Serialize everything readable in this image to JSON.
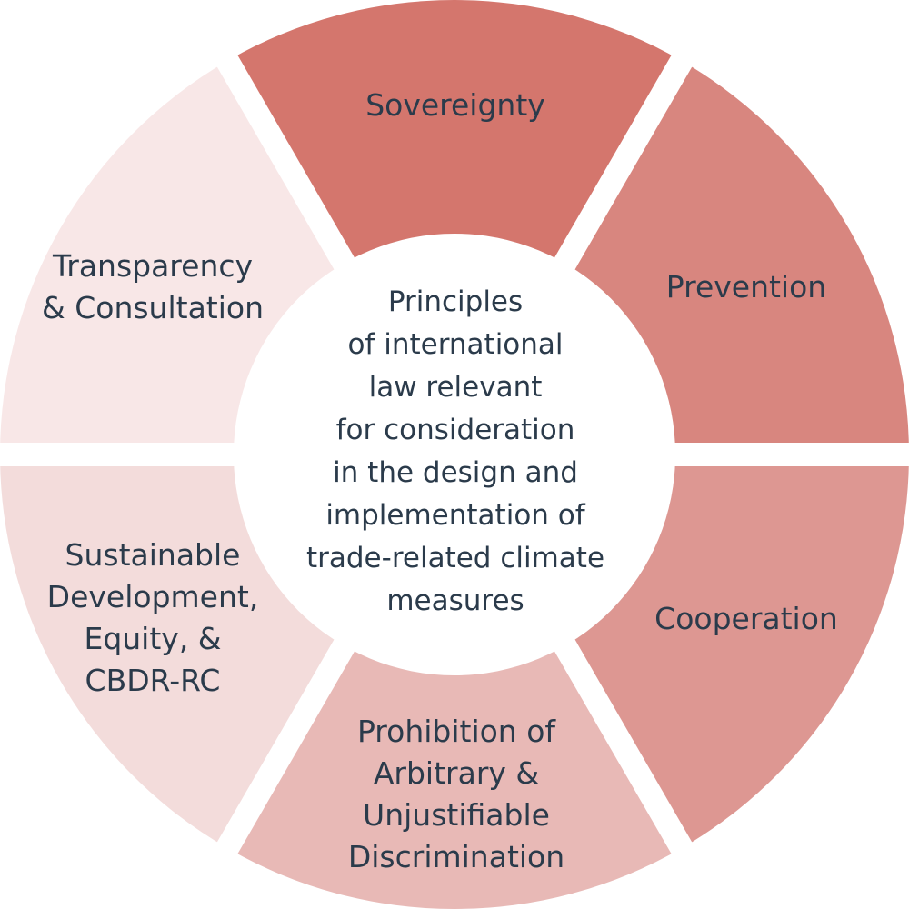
{
  "center_text": "Principles\nof international\nlaw relevant\nfor consideration\nin the design and\nimplementation of\ntrade-related climate\nmeasures",
  "segments": [
    {
      "label": "Sovereignty",
      "color": "#d4766d"
    },
    {
      "label": "Prevention",
      "color": "#d8867f"
    },
    {
      "label": "Cooperation",
      "color": "#dd9792"
    },
    {
      "label": "Prohibition of\nArbitrary &\nUnjustifiable\nDiscrimination",
      "color": "#e8b9b6"
    },
    {
      "label": "Sustainable\nDevelopment,\nEquity, &\nCBDR-RC",
      "color": "#f3dcdb"
    },
    {
      "label": "Transparency\n& Consultation",
      "color": "#f8e7e7"
    }
  ],
  "text_color": "#2b3b4b"
}
